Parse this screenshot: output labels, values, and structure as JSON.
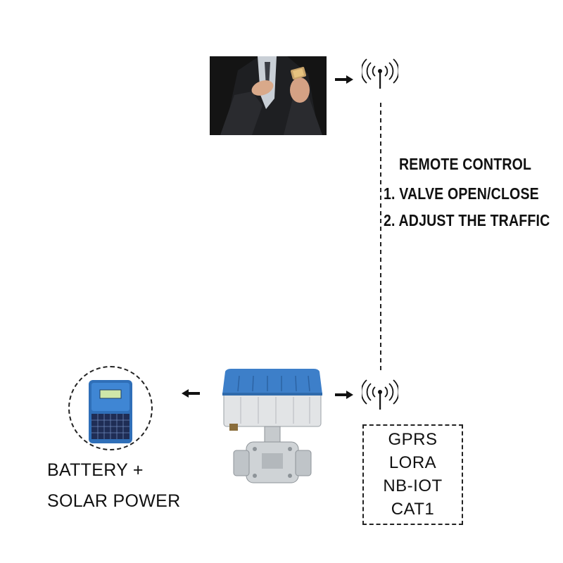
{
  "remote": {
    "heading": "REMOTE CONTROL",
    "item1": "1. VALVE OPEN/CLOSE",
    "item2": "2. ADJUST THE TRAFFIC"
  },
  "connectivity": [
    "GPRS",
    "LORA",
    "NB-IOT",
    "CAT1"
  ],
  "power": {
    "line1": "BATTERY +",
    "line2": "SOLAR POWER"
  },
  "colors": {
    "valve_cover": "#3d7fc9",
    "valve_body": "#cfd3d6",
    "photo_bg": "#141414",
    "solar_panel": "#1f2d55",
    "device_blue": "#2f6fb8"
  },
  "icons": {
    "signal": "signal-tower-icon",
    "arrow": "arrow-icon",
    "phone": "smartphone-hand-image",
    "valve": "electric-ball-valve-image",
    "solar": "solar-battery-device-image"
  }
}
